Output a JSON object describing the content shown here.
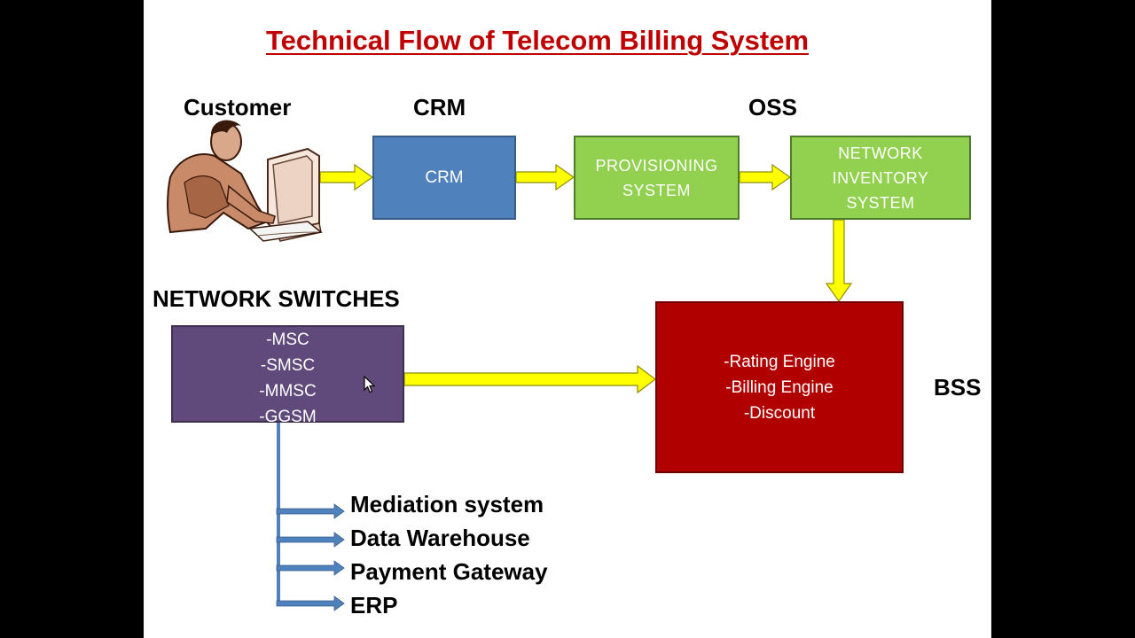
{
  "title": "Technical Flow of Telecom Billing System",
  "headings": {
    "customer": "Customer",
    "crm": "CRM",
    "oss": "OSS",
    "network_switches": "NETWORK SWITCHES",
    "bss": "BSS"
  },
  "boxes": {
    "crm": "CRM",
    "provisioning": "PROVISIONING\nSYSTEM",
    "inventory": "NETWORK\nINVENTORY\nSYSTEM",
    "switches": "-MSC\n-SMSC\n-MMSC\n-GGSM",
    "bss": "-Rating Engine\n-Billing Engine\n-Discount"
  },
  "outputs": [
    "Mediation system",
    "Data Warehouse",
    "Payment Gateway",
    "ERP"
  ],
  "colors": {
    "title": "#c00000",
    "crm_box": "#4f81bd",
    "oss_box": "#92d050",
    "switch_box": "#604a7b",
    "bss_box": "#b00000",
    "arrow_fill": "#ffff00",
    "branch_arrow": "#4f81bd"
  },
  "icons": {
    "customer": "customer-at-computer-icon"
  }
}
